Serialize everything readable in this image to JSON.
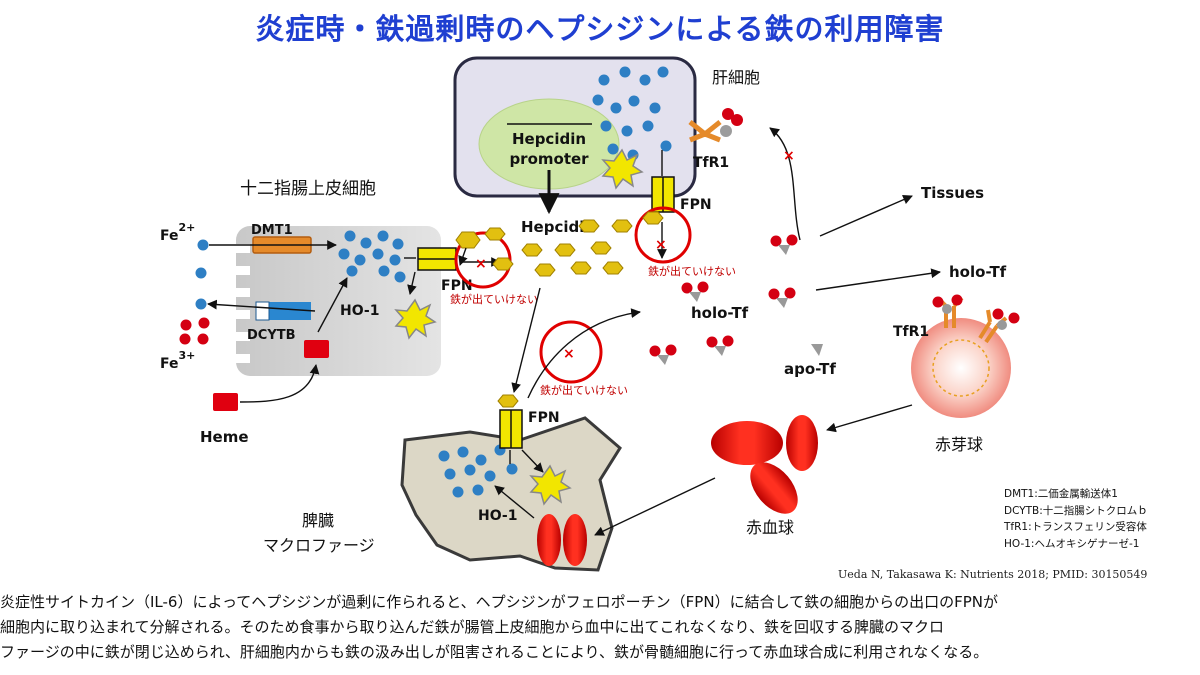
{
  "title": "炎症時・鉄過剰時のヘプシジンによる鉄の利用障害",
  "labels": {
    "hepatocyte": "肝細胞",
    "duodenum": "十二指腸上皮細胞",
    "spleen": "脾臓",
    "macrophage": "マクロファージ",
    "erythroblast": "赤芽球",
    "rbc": "赤血球",
    "hepcidin_promoter_1": "Hepcidin",
    "hepcidin_promoter_2": "promoter",
    "hepcidin": "Hepcidin",
    "fpn": "FPN",
    "tfr1": "TfR1",
    "dmt1": "DMT1",
    "dcytb": "DCYTB",
    "ho1": "HO-1",
    "heme": "Heme",
    "fe2": "Fe",
    "fe2_sup": "2+",
    "fe3": "Fe",
    "fe3_sup": "3+",
    "tissues": "Tissues",
    "holo_tf": "holo-Tf",
    "apo_tf": "apo-Tf",
    "iron_blocked": "鉄が出ていけない"
  },
  "legend": [
    "DMT1:二価金属輸送体1",
    "DCYTB:十二指腸シトクロムｂ",
    "TfR1:トランスフェリン受容体",
    "HO-1:ヘムオキシゲナーゼ-1"
  ],
  "citation": "Ueda N, Takasawa K: Nutrients 2018; PMID: 30150549",
  "caption": [
    "炎症性サイトカイン（IL-6）によってヘプシジンが過剰に作られると、ヘプシジンがフェロポーチン（FPN）に結合して鉄の細胞からの出口のFPNが",
    "細胞内に取り込まれて分解される。そのため食事から取り込んだ鉄が腸管上皮細胞から血中に出てこれなくなり、鉄を回収する脾臓のマクロ",
    "ファージの中に鉄が閉じ込められ、肝細胞内からも鉄の汲み出しが阻害されることにより、鉄が骨髄細胞に行って赤血球合成に利用されなくなる。"
  ],
  "colors": {
    "title": "#1f3fd1",
    "iron": "#2e7fc4",
    "fe3": "#d40012",
    "fpn": "#f2e600",
    "hepcidin": "#e2c010",
    "block": "#e00000",
    "promoter": "#cfe6a6"
  }
}
